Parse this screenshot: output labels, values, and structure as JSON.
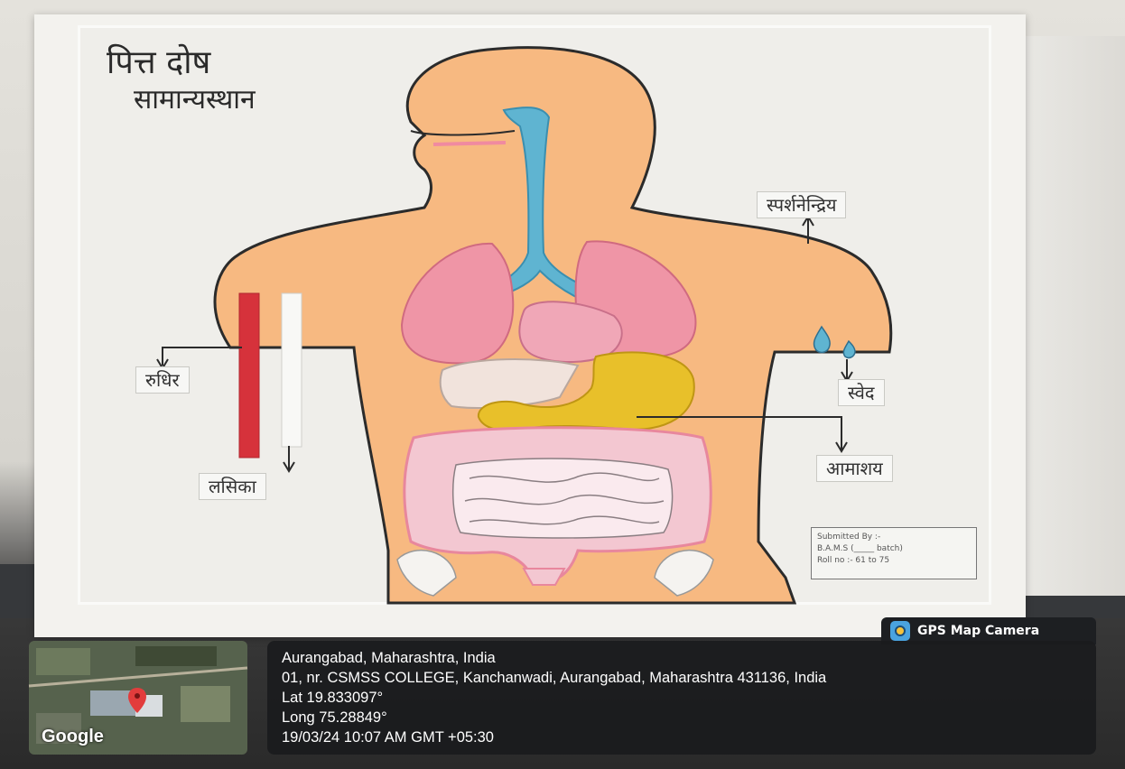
{
  "poster": {
    "title": "पित्त दोष",
    "subtitle": "सामान्यस्थान",
    "labels": {
      "sparshanendriya": "स्पर्शनेन्द्रिय",
      "rudhira": "रुधिर",
      "sveda": "स्वेद",
      "lasika": "लसिका",
      "amashaya": "आमाशय"
    },
    "submitted": {
      "line1": "Submitted By :-",
      "line2": "B.A.M.S (_____ batch)",
      "line3": "Roll no :- 61 to 75"
    }
  },
  "gps": {
    "badge_label": "GPS Map Camera",
    "map_brand": "Google",
    "location": "Aurangabad, Maharashtra, India",
    "address": "01, nr. CSMSS COLLEGE, Kanchanwadi, Aurangabad, Maharashtra 431136, India",
    "lat": "Lat 19.833097°",
    "long": "Long 75.28849°",
    "timestamp": "19/03/24 10:07 AM GMT +05:30"
  },
  "colors": {
    "skin": "#f7b981",
    "lungs": "#ef95a6",
    "trachea": "#5fb4d1",
    "stomach": "#e8c02a",
    "intestine": "#f3c7d1",
    "blood_strip": "#d6323b"
  }
}
